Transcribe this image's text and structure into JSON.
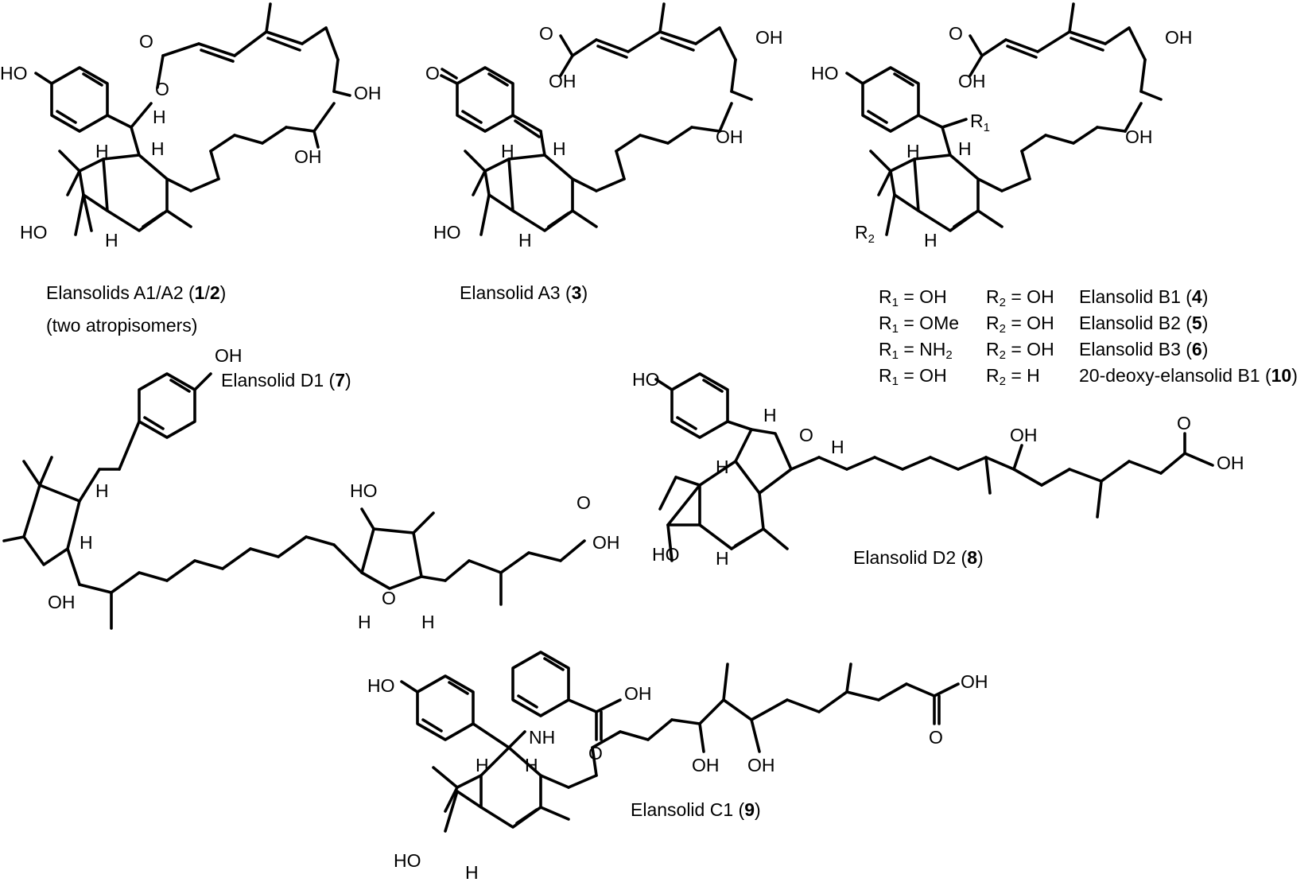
{
  "captions": {
    "a12": {
      "text": "Elansolids A1/A2 (",
      "b1": "1",
      "sep": "/",
      "b2": "2",
      "close": ")",
      "note": "(two atropisomers)"
    },
    "a3": {
      "text": "Elansolid A3 (",
      "b1": "3",
      "close": ")"
    },
    "d1": {
      "text": "Elansolid D1 (",
      "b1": "7",
      "close": ")"
    },
    "d2": {
      "text": "Elansolid D2 (",
      "b1": "8",
      "close": ")"
    },
    "c1": {
      "text": "Elansolid C1 (",
      "b1": "9",
      "close": ")"
    }
  },
  "rgroup_table": [
    {
      "r1_label": "R",
      "r1_sub": "1",
      "r1_value": " = OH",
      "r2_label": "R",
      "r2_sub": "2",
      "r2_value": " = OH",
      "name": "Elansolid B1 (",
      "num": "4",
      "close": ")"
    },
    {
      "r1_label": "R",
      "r1_sub": "1",
      "r1_value": " = OMe",
      "r2_label": "R",
      "r2_sub": "2",
      "r2_value": " = OH",
      "name": "Elansolid B2 (",
      "num": "5",
      "close": ")"
    },
    {
      "r1_label": "R",
      "r1_sub": "1",
      "r1_value": " = NH",
      "r1_value_sub": "2",
      "r2_label": "R",
      "r2_sub": "2",
      "r2_value": " = OH",
      "name": "Elansolid B3 (",
      "num": "6",
      "close": ")"
    },
    {
      "r1_label": "R",
      "r1_sub": "1",
      "r1_value": " = OH",
      "r2_label": "R",
      "r2_sub": "2",
      "r2_value": " = H",
      "name": "20-deoxy-elansolid B1 (",
      "num": "10",
      "close": ")"
    }
  ],
  "atom_labels": {
    "ho": "HO",
    "oh": "OH",
    "o": "O",
    "h": "H",
    "nh": "NH",
    "r": "R",
    "sub1": "1",
    "sub2": "2"
  }
}
